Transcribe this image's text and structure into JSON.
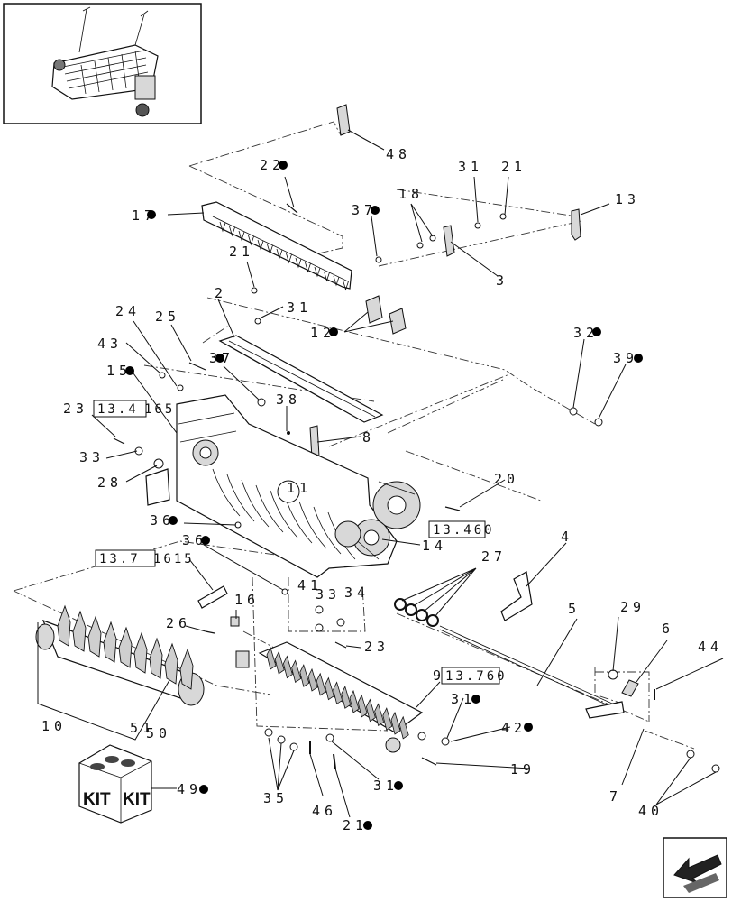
{
  "callouts": {
    "c48": "48",
    "c22": "22",
    "c17": "17",
    "c37a": "37",
    "c18": "18",
    "c31a": "31",
    "c21a": "21",
    "c13": "13",
    "c3": "3",
    "c21b": "21",
    "c31b": "31",
    "c12": "12",
    "c2": "2",
    "c24": "24",
    "c25": "25",
    "c43": "43",
    "c15": "15",
    "c37b": "37",
    "c38": "38",
    "c32": "32",
    "c39": "39",
    "c23a": "23",
    "c8": "8",
    "c33a": "33",
    "c28": "28",
    "c20": "20",
    "c36a": "36",
    "c14": "14",
    "c36b": "36",
    "c27": "27",
    "c4": "4",
    "c41": "41",
    "c33b": "33",
    "c34": "34",
    "c16": "16",
    "c26": "26",
    "c23b": "23",
    "c5": "5",
    "c29": "29",
    "c6": "6",
    "c44": "44",
    "c9": "9",
    "c11": "11",
    "c10": "10",
    "c51": "51",
    "c50": "50",
    "c31c": "31",
    "c42": "42",
    "c19": "19",
    "c49": "49",
    "c35": "35",
    "c46": "46",
    "c31d": "31",
    "c7": "7",
    "c40": "40",
    "c21c": "21"
  },
  "ref_boxes": {
    "r1": "13.4",
    "r1_suffix": "165",
    "r2": "13.460",
    "r3": "13.7",
    "r3_suffix": "1615",
    "r4": "13.760"
  },
  "kit": {
    "label_left": "KIT",
    "label_right": "KIT"
  },
  "icons": {
    "thumbnail": "machine-overview-thumbnail",
    "nav": "previous-page-arrow-icon"
  }
}
